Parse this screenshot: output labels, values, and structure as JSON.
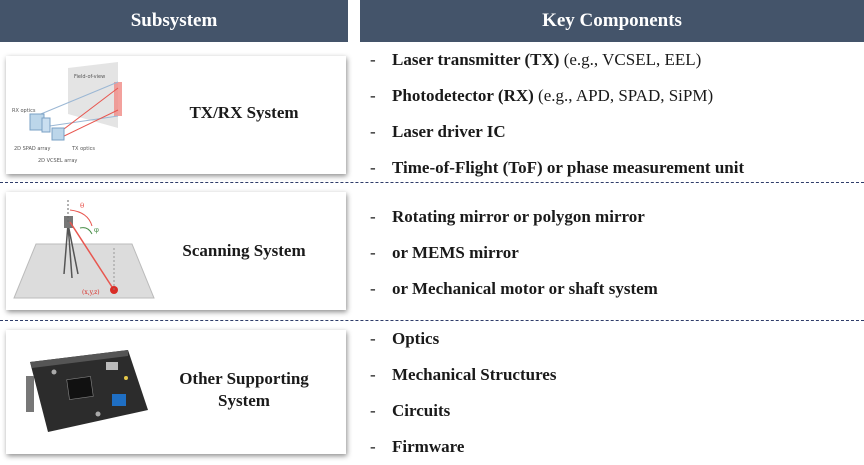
{
  "header": {
    "subsystem": "Subsystem",
    "key_components": "Key Components"
  },
  "rows": [
    {
      "label": "TX/RX System",
      "items": [
        {
          "type": "rich",
          "parts": [
            {
              "t": "Laser transmitter (",
              "b": true
            },
            {
              "t": "TX",
              "b": true
            },
            {
              "t": ")",
              "b": true
            },
            {
              "t": " (e.g., VCSEL, EEL)",
              "b": false
            }
          ]
        },
        {
          "type": "rich",
          "parts": [
            {
              "t": "Photodetector (",
              "b": true
            },
            {
              "t": "RX",
              "b": true
            },
            {
              "t": ")",
              "b": true
            },
            {
              "t": " (e.g., APD, SPAD, SiPM)",
              "b": false
            }
          ]
        },
        {
          "type": "rich",
          "parts": [
            {
              "t": "Laser driver IC",
              "b": true
            }
          ]
        },
        {
          "type": "rich",
          "parts": [
            {
              "t": "Time-of-Flight (ToF) or phase measurement unit",
              "b": true
            }
          ]
        }
      ],
      "image_labels": {
        "field_of_view": "Field-of-view",
        "rx_optics": "RX optics",
        "tx_optics": "TX optics",
        "spad": "2D SPAD array",
        "vcsel": "2D VCSEL array"
      }
    },
    {
      "label": "Scanning System",
      "items": [
        {
          "type": "rich",
          "parts": [
            {
              "t": "Rotating mirror or polygon mirror",
              "b": true
            }
          ]
        },
        {
          "type": "rich",
          "parts": [
            {
              "t": "or MEMS mirror",
              "b": true
            }
          ]
        },
        {
          "type": "rich",
          "parts": [
            {
              "t": "or Mechanical motor or shaft system",
              "b": true
            }
          ]
        }
      ],
      "image_labels": {
        "theta": "θ",
        "phi": "φ",
        "point": "(x,y,z)"
      }
    },
    {
      "label_line1": "Other Supporting",
      "label_line2": "System",
      "items": [
        {
          "type": "rich",
          "parts": [
            {
              "t": "Optics",
              "b": true
            }
          ]
        },
        {
          "type": "rich",
          "parts": [
            {
              "t": "Mechanical Structures",
              "b": true
            }
          ]
        },
        {
          "type": "rich",
          "parts": [
            {
              "t": "Circuits",
              "b": true
            }
          ]
        },
        {
          "type": "rich",
          "parts": [
            {
              "t": "Firmware",
              "b": true
            }
          ]
        }
      ]
    }
  ],
  "bullet": "-",
  "colors": {
    "header_bg": "#44546a",
    "divider": "#2f3d6a",
    "laser_red": "#e8564f"
  }
}
